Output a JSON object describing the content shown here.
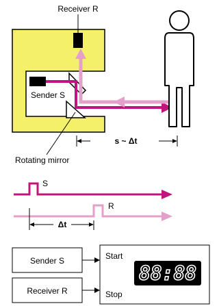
{
  "labels": {
    "receiver": "Receiver R",
    "sender": "Sender S",
    "rotating_mirror": "Rotating mirror",
    "distance": "s ~ Δt",
    "pulse_s": "S",
    "pulse_r": "R",
    "delta_t": "Δt"
  },
  "timer": {
    "sender_box": "Sender S",
    "receiver_box": "Receiver R",
    "start": "Start",
    "stop": "Stop",
    "display": "88:88"
  },
  "colors": {
    "housing": "#f5f06a",
    "magenta": "#c0157c",
    "pink": "#e59fcb",
    "black": "#000000"
  }
}
